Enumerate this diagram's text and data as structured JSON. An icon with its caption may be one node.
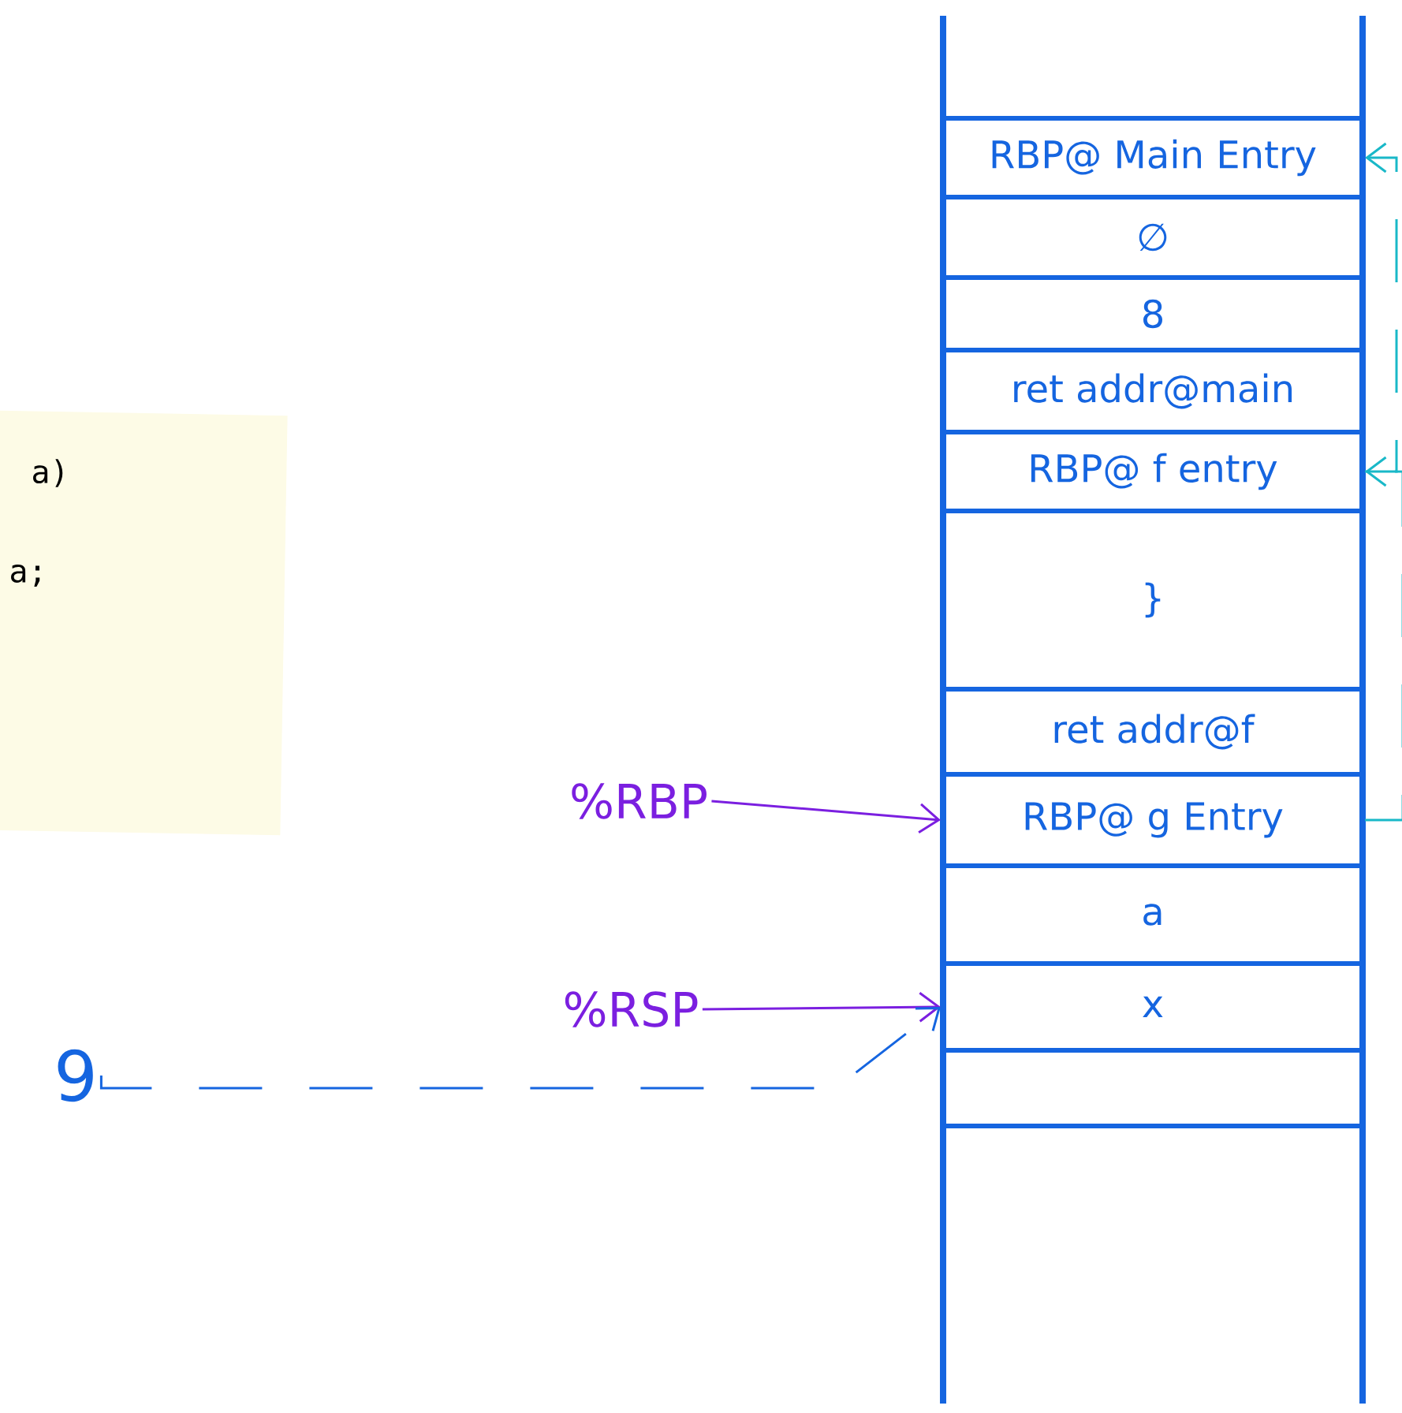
{
  "diagram": {
    "nodes": [
      {
        "text": [
          "RBP@ Main Entry"
        ]
      },
      {
        "text": [
          "∅"
        ]
      },
      {
        "text": [
          "8"
        ]
      },
      {
        "text": [
          "ret addr@main"
        ]
      },
      {
        "text": [
          "RBP@ f entry"
        ]
      },
      {
        "text": [
          "}"
        ]
      },
      {
        "text": [
          "ret addr@f"
        ]
      },
      {
        "text": [
          "RBP@ g Entry"
        ]
      },
      {
        "text": [
          "a"
        ]
      },
      {
        "text": [
          "x"
        ]
      },
      {
        "text": [],
        "shape": "box"
      },
      {
        "text": [
          "a)",
          "a;"
        ]
      },
      {
        "text": [
          "%RBP"
        ]
      },
      {
        "text": [
          "%RSP"
        ]
      },
      {
        "text": [
          "9"
        ]
      }
    ],
    "edges": [
      {
        "from": 12,
        "to": 7,
        "arrow": "to",
        "color": "#7b1fe0"
      },
      {
        "from": 13,
        "to": 9,
        "arrow": "to",
        "color": "#7b1fe0"
      },
      {
        "from": 14,
        "to": 9,
        "arrow": "to",
        "style": "dashed",
        "color": "#1565e0"
      },
      {
        "from": 7,
        "to": 4,
        "arrow": "to",
        "style": "dashed",
        "color": "#19b8c8"
      },
      {
        "from": 4,
        "to": 0,
        "arrow": "to",
        "style": "dashed",
        "color": "#19b8c8"
      }
    ]
  }
}
